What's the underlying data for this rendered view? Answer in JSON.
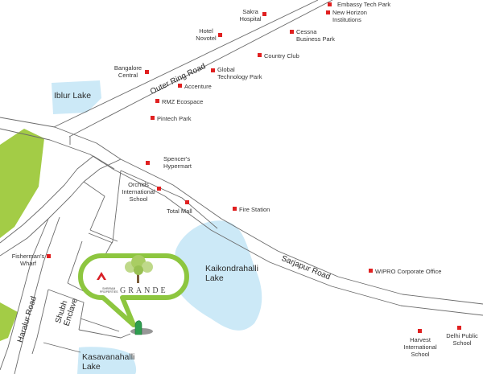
{
  "colors": {
    "poi": "#e02020",
    "lake": "#cce9f7",
    "green_area": "#a3cc46",
    "road_line": "#6b6b6b",
    "marker": "#2e9e4f",
    "tag_border": "#8dc63f"
  },
  "roads": {
    "outer_ring": "Outer Ring Road",
    "sarjapur": "Sarjapur Road",
    "haralur": "Haralur Road",
    "shubh_enclave": "Shubh\nEnclave"
  },
  "lakes": {
    "iblur": "Iblur Lake",
    "kaikondrahalli": "Kaikondrahalli\nLake",
    "kasavanahalli": "Kasavanahalli\nLake"
  },
  "pois": [
    {
      "id": "embassy-tech-park",
      "label": "Embassy Tech Park"
    },
    {
      "id": "sakra-hospital",
      "label": "Sakra\nHospital"
    },
    {
      "id": "new-horizon",
      "label": "New Horizon\nInstitutions"
    },
    {
      "id": "hotel-novotel",
      "label": "Hotel\nNovotel"
    },
    {
      "id": "cessna-business-park",
      "label": "Cessna\nBusiness Park"
    },
    {
      "id": "country-club",
      "label": "Country Club"
    },
    {
      "id": "bangalore-central",
      "label": "Bangalore\nCentral"
    },
    {
      "id": "global-technology-park",
      "label": "Global\nTechnology Park"
    },
    {
      "id": "accenture",
      "label": "Accenture"
    },
    {
      "id": "rmz-ecospace",
      "label": "RMZ Ecospace"
    },
    {
      "id": "pintech-park",
      "label": "Pintech Park"
    },
    {
      "id": "spencers-hypermart",
      "label": "Spencer's\nHypermart"
    },
    {
      "id": "orchids-school",
      "label": "Orchids\nInternational\nSchool"
    },
    {
      "id": "total-mall",
      "label": "Total Mall"
    },
    {
      "id": "fire-station",
      "label": "Fire Station"
    },
    {
      "id": "fishermans-wharf",
      "label": "Fisherman's\nWharf"
    },
    {
      "id": "wipro",
      "label": "WIPRO Corporate Office"
    },
    {
      "id": "harvest-school",
      "label": "Harvest\nInternational\nSchool"
    },
    {
      "id": "delhi-public-school",
      "label": "Delhi Public\nSchool"
    }
  ],
  "project": {
    "name": "GRANDE",
    "developer_lines": "SHRIRAM\nPROPERTIES",
    "tree_icon": "tree-icon",
    "marker_icon": "map-pin-icon"
  }
}
